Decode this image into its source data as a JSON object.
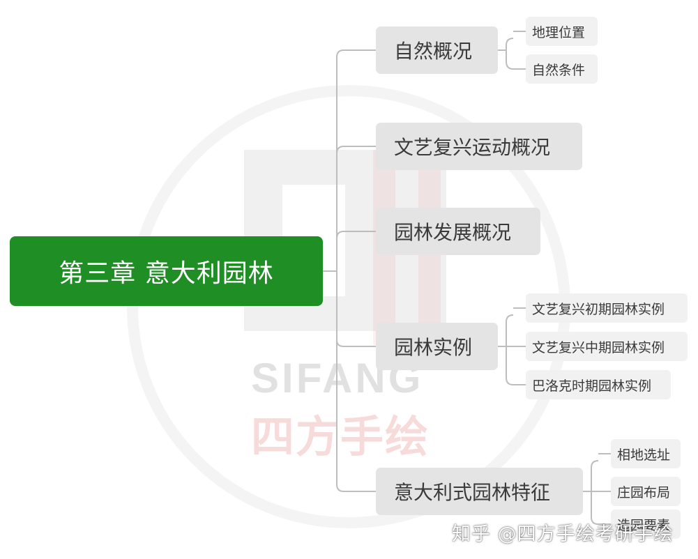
{
  "mindmap": {
    "root": {
      "label": "第三章  意大利园林"
    },
    "branches": [
      {
        "label": "自然概况",
        "children": [
          "地理位置",
          "自然条件"
        ]
      },
      {
        "label": "文艺复兴运动概况",
        "children": []
      },
      {
        "label": "园林发展概况",
        "children": []
      },
      {
        "label": "园林实例",
        "children": [
          "文艺复兴初期园林实例",
          "文艺复兴中期园林实例",
          "巴洛克时期园林实例"
        ]
      },
      {
        "label": "意大利式园林特征",
        "children": [
          "相地选址",
          "庄园布局",
          "造园要素"
        ]
      }
    ],
    "colors": {
      "root": "#1f8f25",
      "branch": "#e4e4e4",
      "leaf": "#f1f1f1",
      "connector": "#bdbdbd"
    }
  },
  "watermark": {
    "latin": "SIFANG",
    "chinese": "四方手绘"
  },
  "credit": "知乎 @四方手绘考研手绘"
}
